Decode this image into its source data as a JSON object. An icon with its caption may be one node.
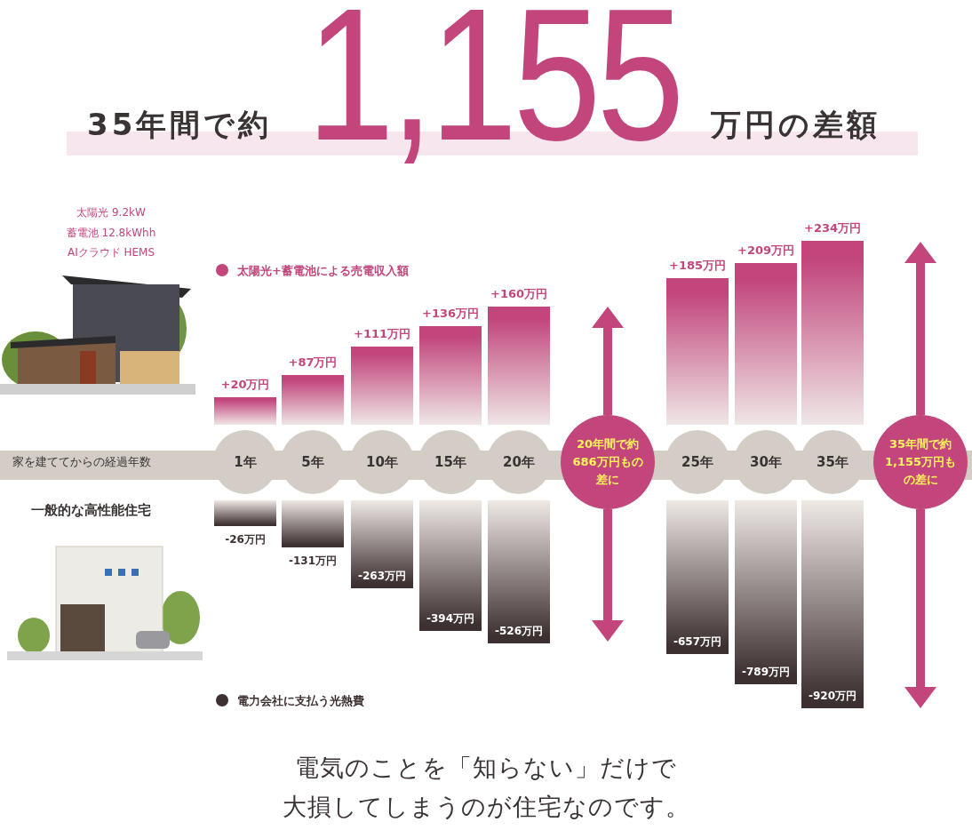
{
  "diagram": {
    "caption": "電気のことを「知らない」だけで大損してしまうのが住宅なのです。",
    "nodes": [
      {
        "text": [
          "20年間で約686万円もの差に"
        ]
      },
      {
        "text": [
          "35年間で約1,155万円もの差に"
        ]
      }
    ],
    "edges": [
      {
        "from": 0,
        "to": null,
        "arrow": "to"
      },
      {
        "from": 0,
        "to": null,
        "arrow": "to"
      },
      {
        "from": 1,
        "to": null,
        "arrow": "to"
      },
      {
        "from": 1,
        "to": null,
        "arrow": "to"
      }
    ],
    "labels": [
      "35年間で約",
      "1,155",
      "万円の差額",
      "太陽光 9.2kW",
      "蓄電池 12.8kWhh",
      "AIクラウド HEMS",
      "+20万円",
      "+87万円",
      "+111万円",
      "+136万円",
      "+160万円",
      "+185万円",
      "+209万円",
      "+234万円",
      "家を建ててからの経過年数",
      "1年",
      "5年",
      "10年",
      "15年",
      "20年",
      "25年",
      "30年",
      "35年",
      "一般的な高性能住宅",
      "-26万円",
      "-131万円",
      "-263万円",
      "-394万円",
      "-526万円",
      "-657万円",
      "-789万円",
      "-920万円"
    ],
    "legend": [
      {
        "text": "太陽光+蓄電池による売電収入額",
        "color": "#c2457c"
      },
      {
        "text": "電力会社に支払う光熱費",
        "color": "#3d3030"
      }
    ]
  }
}
